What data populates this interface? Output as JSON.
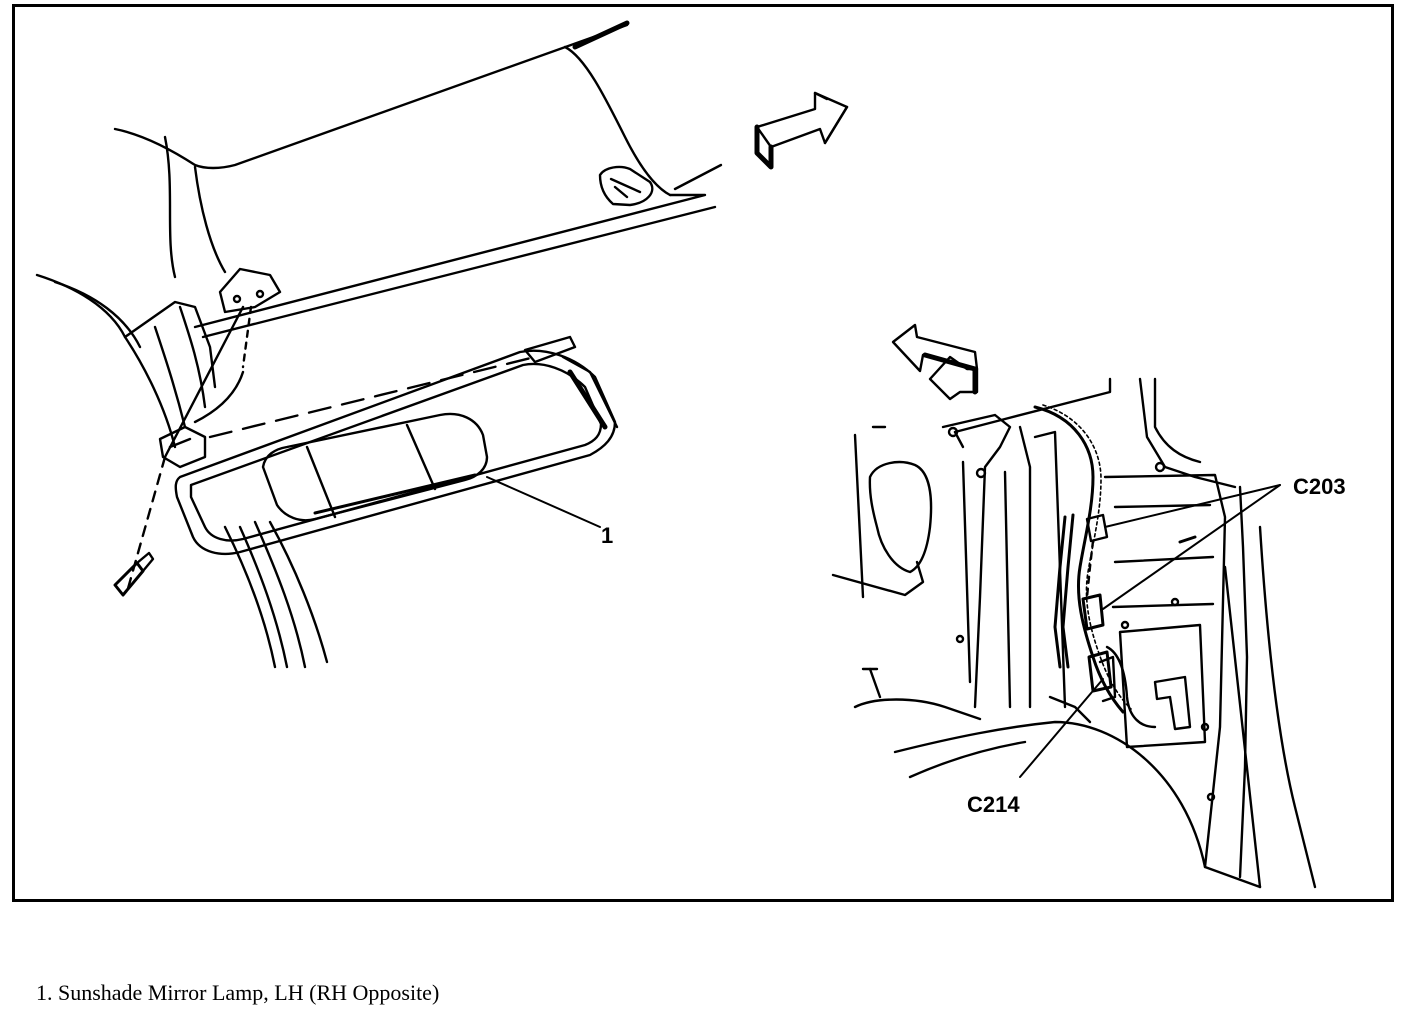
{
  "callouts": {
    "item1": "1",
    "c203": "C203",
    "c214": "C214"
  },
  "caption": "1. Sunshade Mirror Lamp, LH (RH Opposite)",
  "colors": {
    "line": "#000000",
    "background": "#ffffff"
  }
}
